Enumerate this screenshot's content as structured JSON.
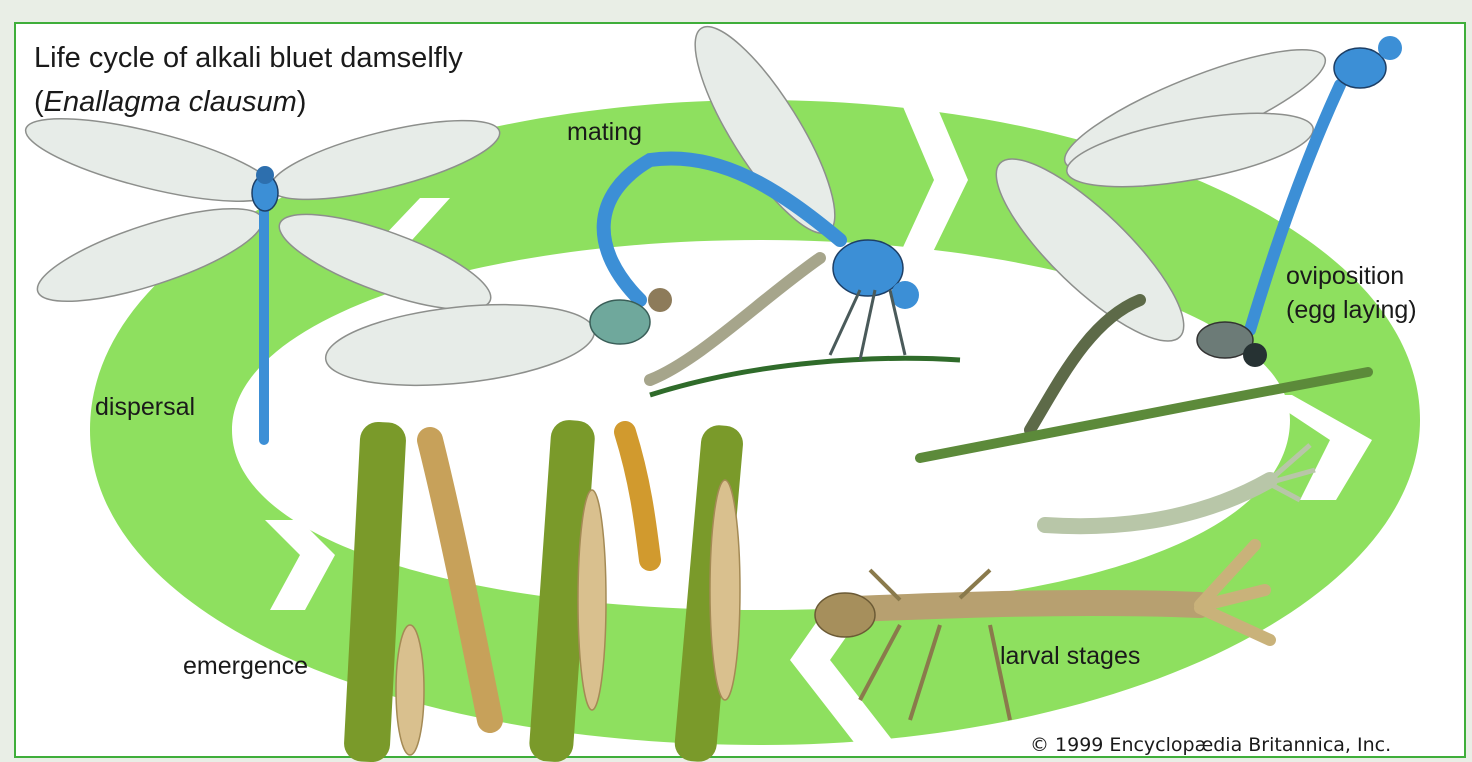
{
  "figure": {
    "title": "Life cycle of alkali bluet damselfly",
    "subtitle_open": "(",
    "subtitle_species": "Enallagma clausum",
    "subtitle_close": ")",
    "copyright": "© 1999 Encyclopædia Britannica, Inc."
  },
  "stages": {
    "mating": "mating",
    "oviposition_line1": "oviposition",
    "oviposition_line2": "(egg laying)",
    "larval": "larval stages",
    "emergence": "emergence",
    "dispersal": "dispersal"
  },
  "colors": {
    "cycle_green": "#8ee05f",
    "frame_green": "#3fae3a",
    "damselfly_blue": "#3c8fd6",
    "stem_green": "#7a9a2a",
    "exuvia_tan": "#c7a15a",
    "wing": "#e7ece8"
  }
}
